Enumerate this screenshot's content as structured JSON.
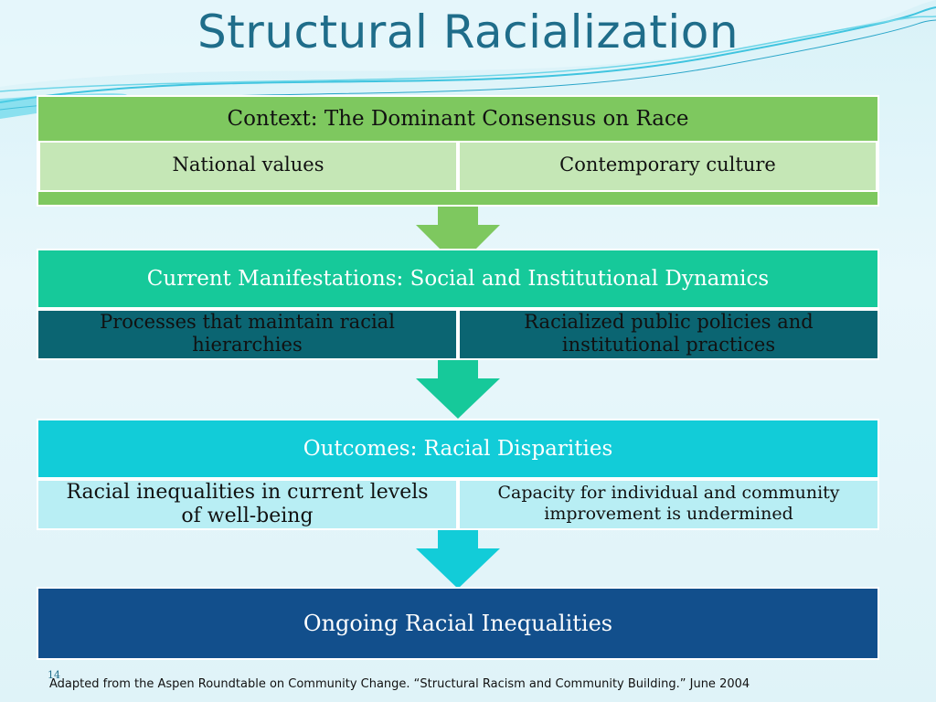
{
  "title": "Structural Racialization",
  "context": {
    "header": "Context: The Dominant Consensus on Race",
    "left": "National values",
    "right": "Contemporary culture"
  },
  "manifestations": {
    "header": "Current Manifestations: Social and Institutional Dynamics",
    "left": "Processes that maintain racial hierarchies",
    "right": "Racialized public policies and institutional practices"
  },
  "outcomes": {
    "header": "Outcomes: Racial Disparities",
    "left": "Racial inequalities in current levels of well-being",
    "right": "Capacity for individual and community improvement is undermined"
  },
  "ongoing": {
    "header": "Ongoing Racial Inequalities"
  },
  "page_number": "14",
  "footer": "Adapted from the Aspen Roundtable on Community Change. “Structural Racism and Community Building.”  June 2004",
  "colors": {
    "context_green": "#7ec85f",
    "context_cell": "#c5e7b6",
    "manifest_teal": "#16c99a",
    "manifest_cell": "#0b6572",
    "outcome_cyan": "#12ccd8",
    "outcome_cell": "#b8eef4",
    "ongoing_blue": "#124f8c"
  }
}
